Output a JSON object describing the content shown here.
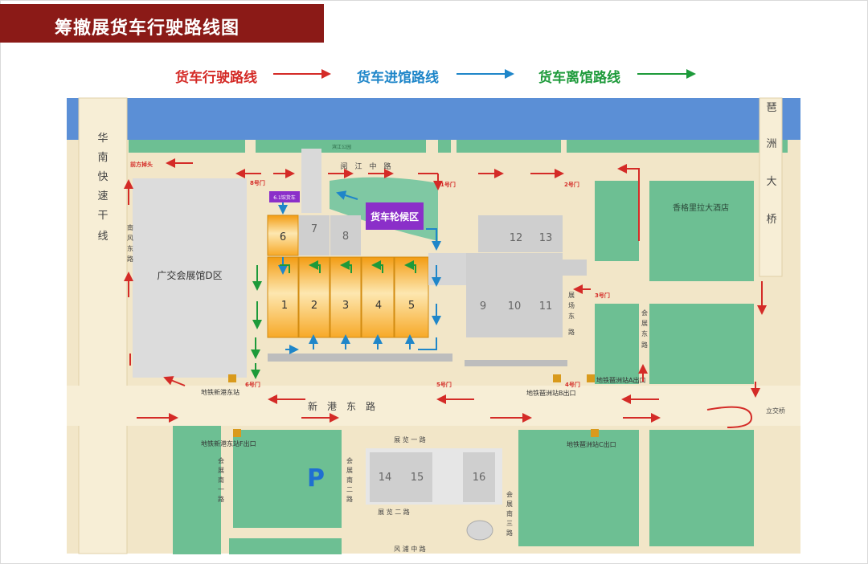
{
  "header": {
    "title": "筹撤展货车行驶路线图"
  },
  "legend": [
    {
      "label": "货车行驶路线",
      "color": "#d42b27"
    },
    {
      "label": "货车进馆路线",
      "color": "#1f86c9"
    },
    {
      "label": "货车离馆路线",
      "color": "#1d9a3a"
    }
  ],
  "map": {
    "roads": {
      "huanan": [
        "华",
        "南",
        "快",
        "速",
        "干",
        "线"
      ],
      "pazhou": [
        "琶",
        "洲",
        "大",
        "桥"
      ],
      "xingang": "新　港　东　路",
      "yuejiang": "阅　江　中　路",
      "lixin": "立交桥",
      "zhanlan1": "展 览 一 路",
      "zhanlan2": "展 览 二 路",
      "fengpu": "风 浦 中 路",
      "huizhannan1": [
        "会",
        "展",
        "南",
        "一",
        "路"
      ],
      "huizhannan2": [
        "会",
        "展",
        "南",
        "二",
        "路"
      ],
      "huizhannan3": [
        "会",
        "展",
        "南",
        "三",
        "路"
      ],
      "nanfengdong": [
        "南",
        "风",
        "东",
        "路"
      ],
      "huizhandong": [
        "会",
        "展",
        "东",
        "路"
      ],
      "zhanchangdong": [
        "展",
        "场",
        "东",
        "路"
      ],
      "bingjiang": "滨江公园"
    },
    "places": {
      "zone_d": "广交会展馆D区",
      "hotel": "香格里拉大酒店",
      "waiting": "货车轮候区",
      "hall61": "6.1馆货车",
      "uturn": "前方掉头"
    },
    "halls": [
      "1",
      "2",
      "3",
      "4",
      "5",
      "6",
      "7",
      "8",
      "9",
      "10",
      "11",
      "12",
      "13",
      "14",
      "15",
      "16"
    ],
    "gates": [
      "1号门",
      "2号门",
      "3号门",
      "4号门",
      "5号门",
      "6号门",
      "8号门"
    ],
    "metro": {
      "xingang_e": "地铁新港东站",
      "xingang_f": "地铁新港东站F出口",
      "pazhou_a": "地铁琶洲站A出口",
      "pazhou_b": "地铁琶洲站B出口",
      "pazhou_c": "地铁琶洲站C出口"
    },
    "parking": "P",
    "colors": {
      "water": "#5b8fd6",
      "road": "#f2e6c8",
      "green": "#6dbf93",
      "hall_orange": "#f7a928",
      "hall_grey": "#c8c8c8",
      "banner": "#8b1a17"
    }
  }
}
